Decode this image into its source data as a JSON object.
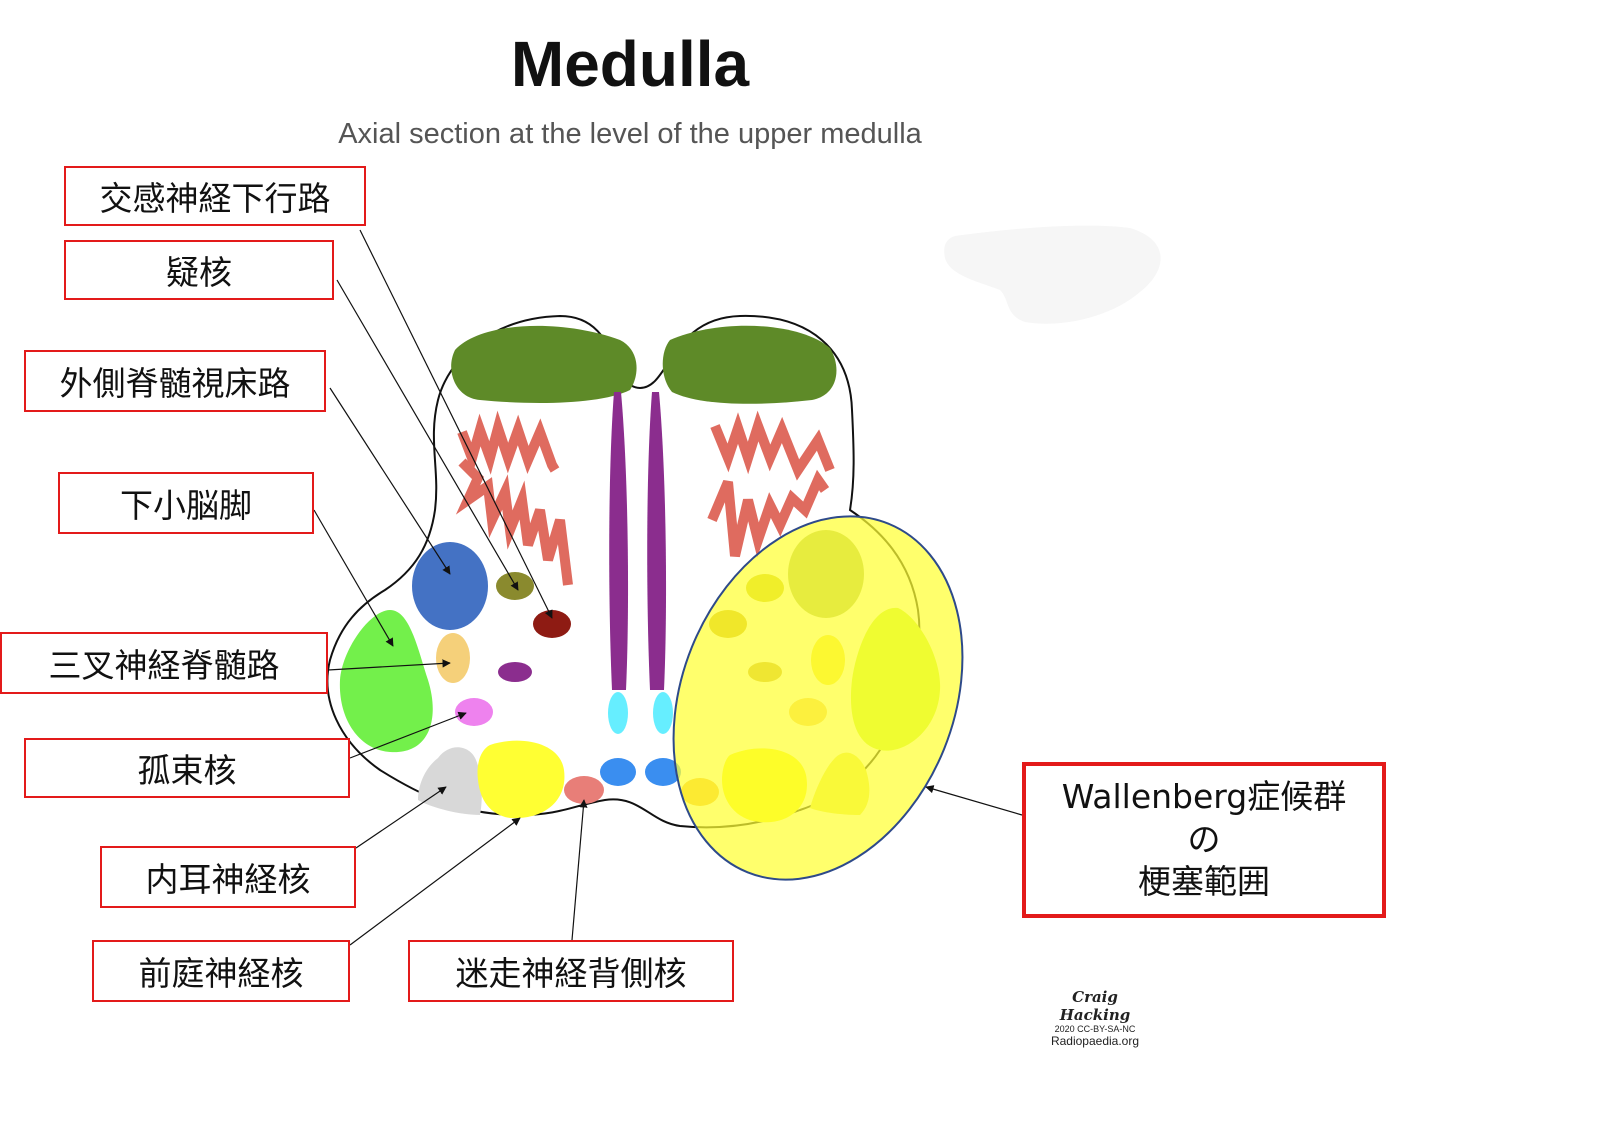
{
  "title": "Medulla",
  "subtitle": "Axial section at the level of the upper medulla",
  "labels": {
    "sympathetic": "交感神経下行路",
    "ambiguus": "疑核",
    "spinothalamic": "外側脊髄視床路",
    "icp": "下小脳脚",
    "trigeminal": "三叉神経脊髄路",
    "solitary": "孤束核",
    "cochlear": "内耳神経核",
    "vestibular": "前庭神経核",
    "vagus": "迷走神経背側核"
  },
  "wallenberg": {
    "line1": "Wallenberg症候群",
    "line2": "の",
    "line3": "梗塞範囲"
  },
  "credit": {
    "author": "Craig Hacking",
    "license": "2020 CC-BY-SA-NC",
    "site": "Radiopaedia.org"
  },
  "colors": {
    "label_border": "#e31a1a",
    "pyramid": "#5e8a28",
    "olive": "#df6b5f",
    "lemniscus": "#8b2d8e",
    "infarct": "#ffff33",
    "trigeminal": "#73f04b",
    "spinothalamic": "#4472c4"
  }
}
